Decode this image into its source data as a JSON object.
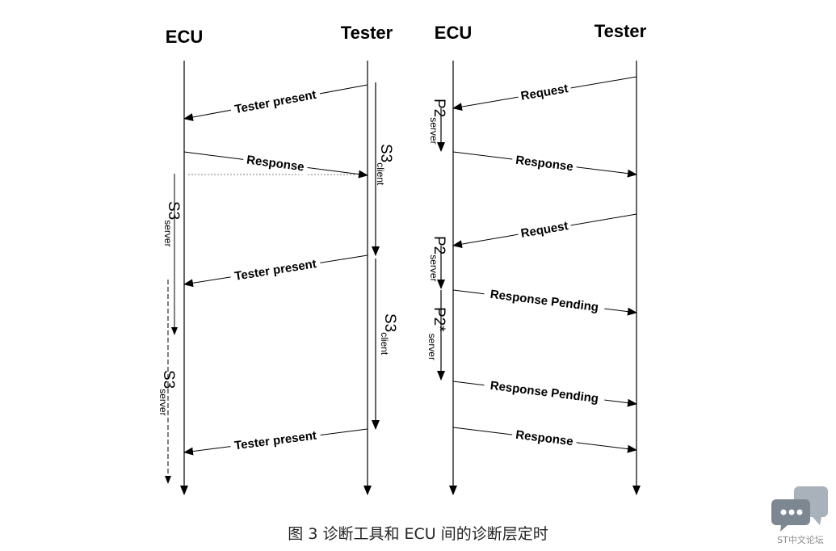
{
  "left": {
    "ecu_header": "ECU",
    "tester_header": "Tester",
    "messages": [
      "Tester present",
      "Response",
      "Tester present",
      "Tester present"
    ],
    "s3_client": {
      "main": "S3",
      "sub": "client"
    },
    "s3_server": {
      "main": "S3",
      "sub": "server"
    }
  },
  "right": {
    "ecu_header": "ECU",
    "tester_header": "Tester",
    "messages": [
      "Request",
      "Response",
      "Request",
      "Response Pending",
      "Response Pending",
      "Response"
    ],
    "p2_server": {
      "main": "P2",
      "sub": "server"
    },
    "p2star_server": {
      "main": "P2*",
      "sub": "server"
    }
  },
  "caption": "图 3   诊断工具和 ECU 间的诊断层定时",
  "watermark": {
    "text": "ST中文论坛"
  }
}
